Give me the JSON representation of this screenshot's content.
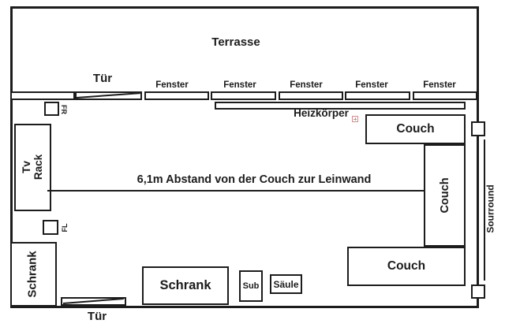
{
  "labels": {
    "terrasse": "Terrasse",
    "door_top": "Tür",
    "door_bottom": "Tür",
    "fenster": "Fenster",
    "heizkoerper": "Heizkörper",
    "distance_note": "6,1m Abstand von der Couch zur Leinwand",
    "couch": "Couch",
    "tv_rack": {
      "line1": "Tv",
      "line2": "Rack"
    },
    "speaker_fr": "FR",
    "speaker_fl": "FL",
    "schrank": "Schrank",
    "sub": "Sub",
    "saeule": "Säule",
    "surround": "Sourround"
  },
  "colors": {
    "line": "#1c1c1c",
    "background": "#ffffff",
    "marker": "#d98a8a"
  }
}
